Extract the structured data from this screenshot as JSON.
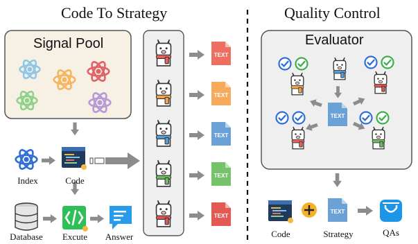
{
  "left_title": "Code To Strategy",
  "right_title": "Quality Control",
  "signal_pool": {
    "title": "Signal Pool"
  },
  "evaluator": {
    "title": "Evaluator"
  },
  "labels": {
    "index": "Index",
    "code": "Code",
    "database": "Database",
    "execute": "Excute",
    "answer": "Answer",
    "qc_code": "Code",
    "strategy": "Strategy",
    "qas": "QAs"
  },
  "file_text": "TEXT",
  "colors": {
    "signal_atoms": [
      "#8ec7e6",
      "#f4b661",
      "#e0636a",
      "#8fd08a",
      "#b79ad6"
    ],
    "scarves": [
      "#e8625b",
      "#f1a54d",
      "#5b9bd5",
      "#6cbf5e",
      "#e05555"
    ],
    "pool_bg": "#f6f1e4",
    "panel_bg": "#efefef",
    "arrow": "#8c8c8c"
  },
  "icons": [
    "atom-icon",
    "code-window-icon",
    "database-icon",
    "code-brackets-icon",
    "chat-bubble-icon",
    "llama-icon",
    "text-file-icon",
    "check-circle-icon",
    "plus-icon",
    "shopping-bag-icon"
  ]
}
